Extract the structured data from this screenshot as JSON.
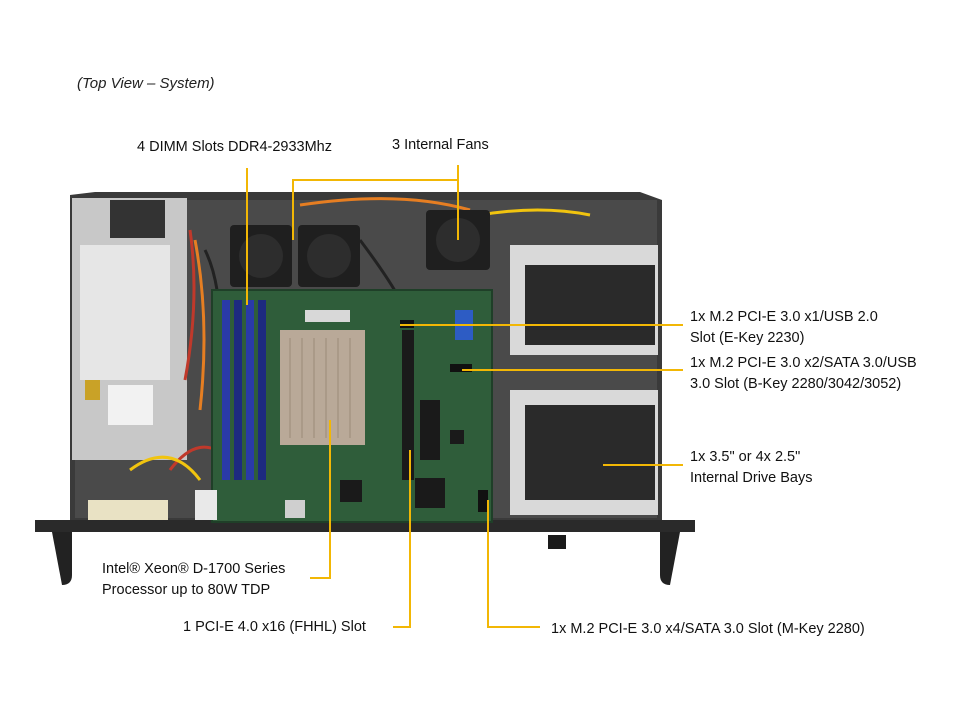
{
  "caption": "(Top View – System)",
  "colors": {
    "leader": "#f2b705",
    "chassis": "#2b2b2b",
    "board": "#2f5d3a",
    "psu": "#c9c9c9"
  },
  "labels": {
    "dimm": "4 DIMM Slots DDR4-2933Mhz",
    "fans": "3 Internal  Fans",
    "m2_ekey": [
      "1x M.2 PCI-E  3.0 x1/USB  2.0",
      "Slot (E-Key 2230)"
    ],
    "m2_bkey": [
      "1x M.2 PCI-E  3.0 x2/SATA 3.0/USB",
      "3.0 Slot (B-Key 2280/3042/3052)"
    ],
    "drive_bays": [
      "1x 3.5\" or 4x 2.5\"",
      "Internal  Drive Bays"
    ],
    "cpu": [
      "Intel® Xeon® D-1700 Series",
      "Processor up to 80W TDP"
    ],
    "pcie": "1 PCI-E 4.0 x16 (FHHL) Slot",
    "m2_mkey": "1x M.2 PCI-E  3.0 x4/SATA 3.0 Slot (M-Key 2280)"
  }
}
